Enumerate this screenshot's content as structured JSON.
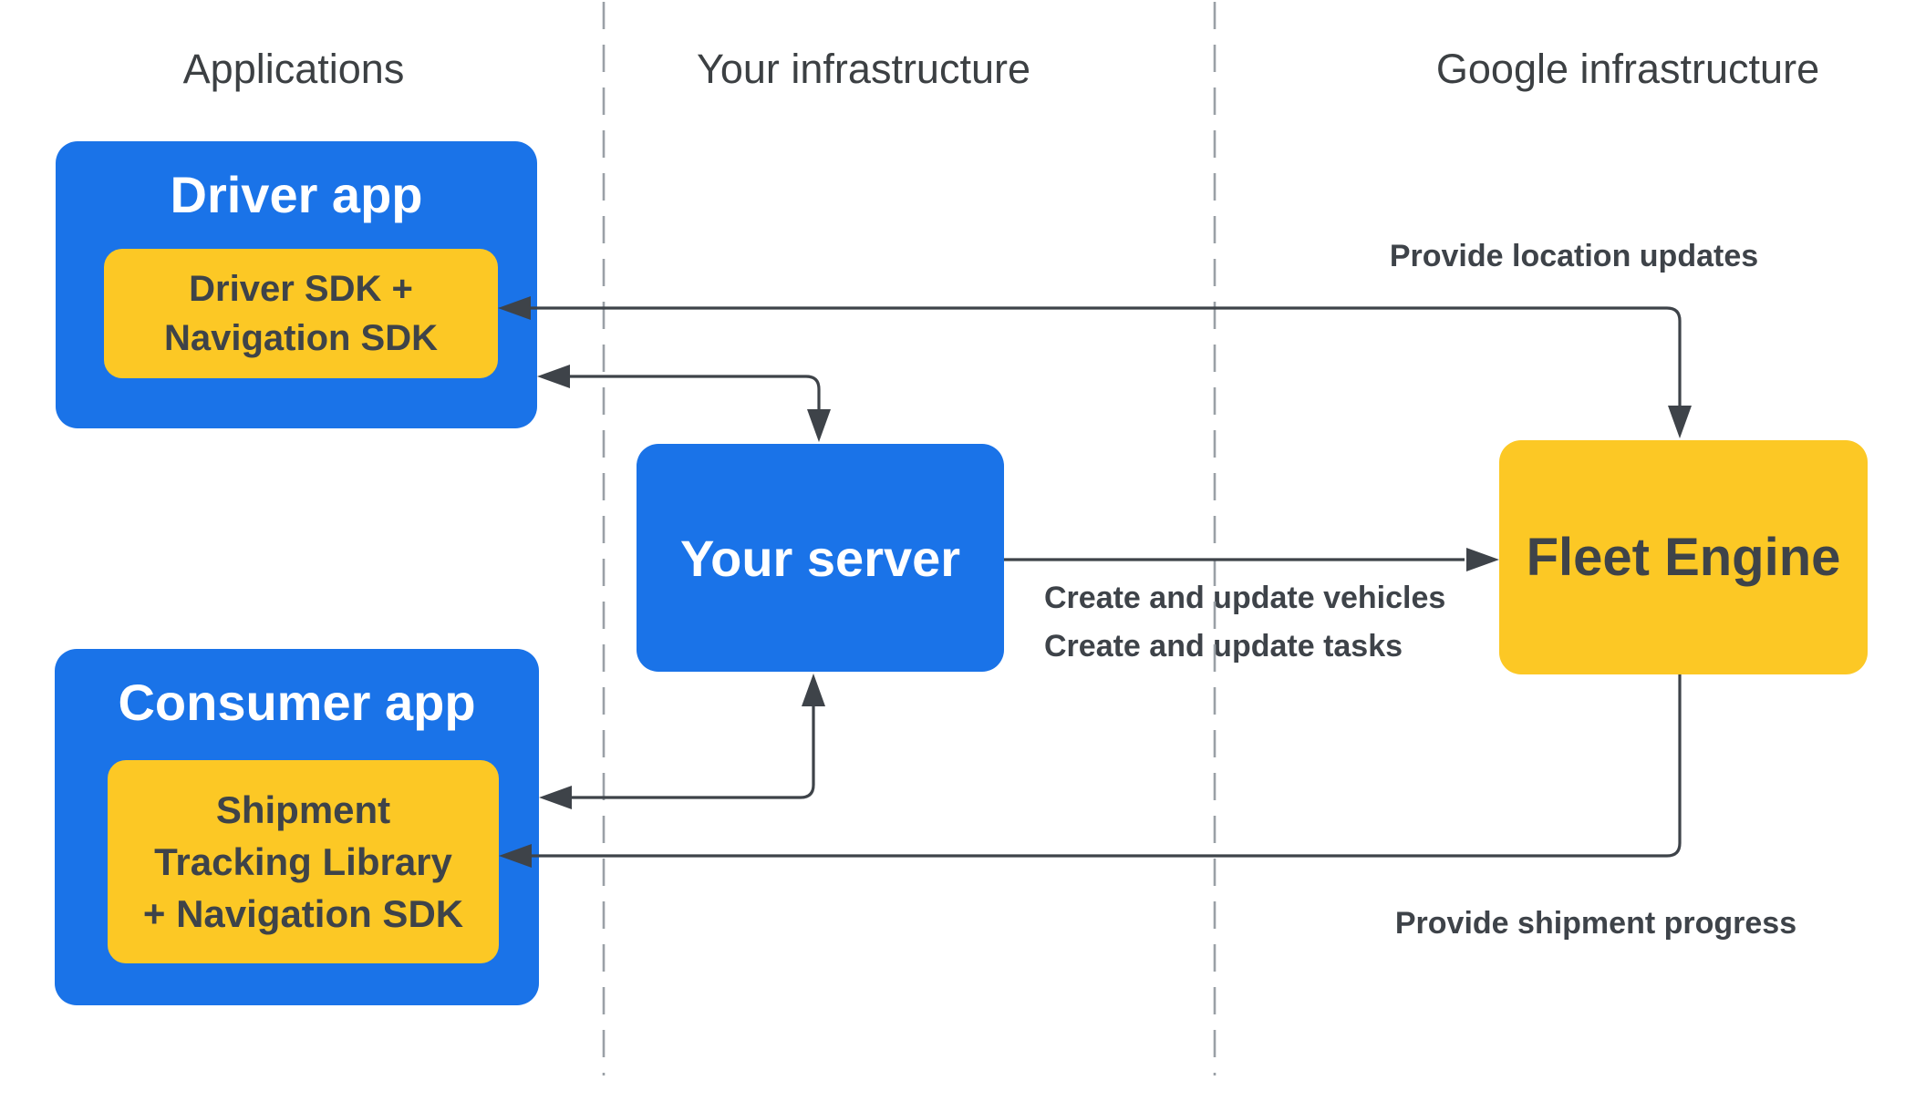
{
  "palette": {
    "blue": "#1A73E8",
    "yellow": "#FCC825",
    "ink": "#3E4349",
    "dash_gray": "#9AA0A6",
    "header_gray": "#3C4043",
    "white": "#FFFFFF"
  },
  "columns": [
    {
      "label": "Applications"
    },
    {
      "label": "Your infrastructure"
    },
    {
      "label": "Google infrastructure"
    }
  ],
  "nodes": {
    "driver_app": {
      "title": "Driver app",
      "sdk_lines": [
        "Driver SDK +",
        "Navigation SDK"
      ]
    },
    "consumer_app": {
      "title": "Consumer app",
      "sdk_lines": [
        "Shipment",
        "Tracking Library",
        "+ Navigation SDK"
      ]
    },
    "your_server": {
      "title": "Your server"
    },
    "fleet_engine": {
      "title": "Fleet Engine"
    }
  },
  "edges": {
    "location_updates": {
      "label": "Provide location updates"
    },
    "create_update": {
      "label_lines": [
        "Create and update vehicles",
        "Create and update tasks"
      ]
    },
    "shipment_progress": {
      "label": "Provide shipment progress"
    }
  }
}
